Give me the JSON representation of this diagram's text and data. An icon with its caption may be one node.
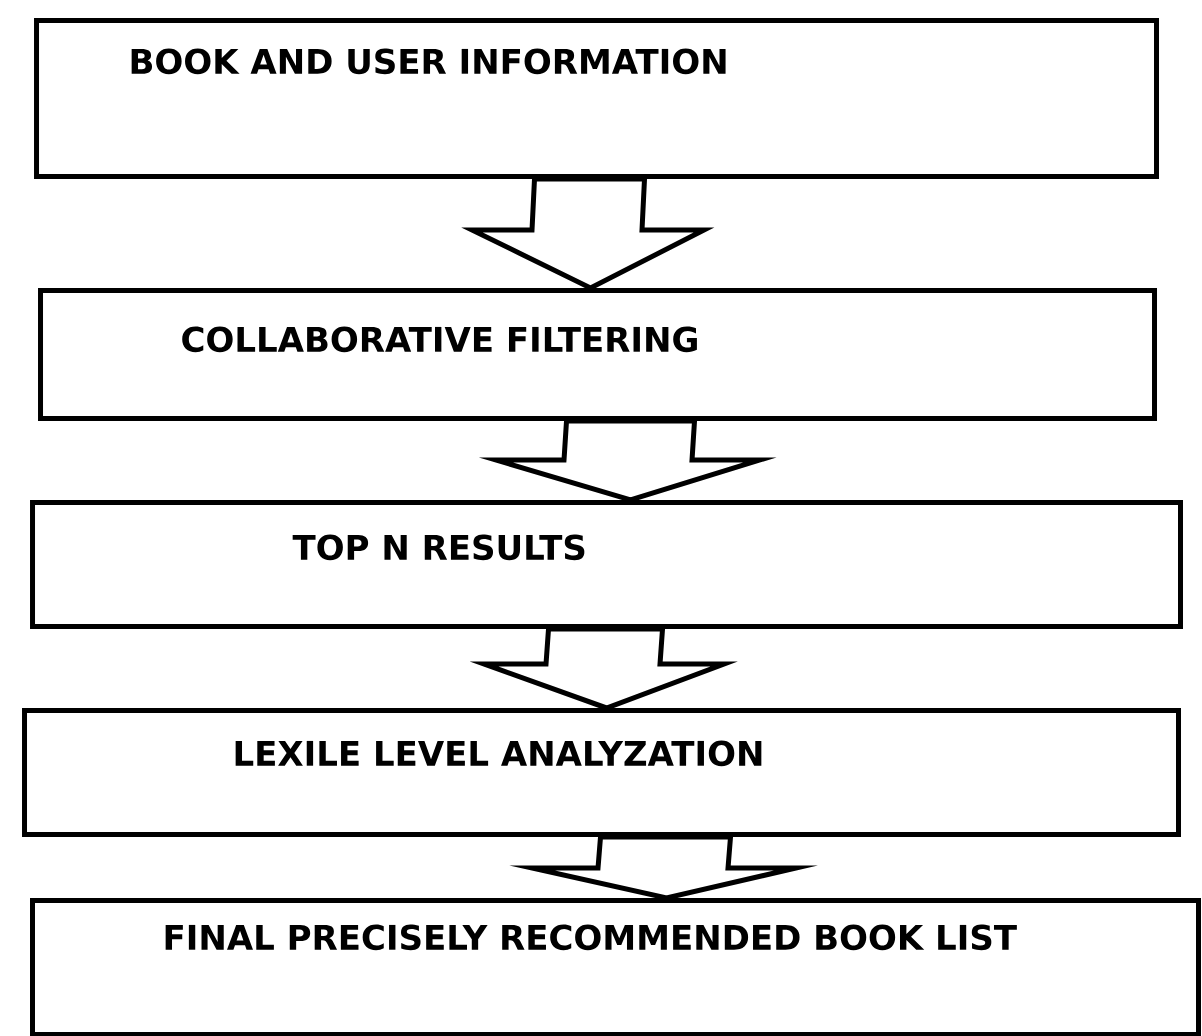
{
  "diagram": {
    "nodes": [
      {
        "text": [
          "BOOK AND USER INFORMATION"
        ]
      },
      {
        "text": [
          "COLLABORATIVE FILTERING"
        ]
      },
      {
        "text": [
          "TOP N RESULTS"
        ]
      },
      {
        "text": [
          "LEXILE LEVEL ANALYZATION"
        ]
      },
      {
        "text": [
          "FINAL PRECISELY RECOMMENDED BOOK LIST"
        ]
      }
    ],
    "edges": [
      {
        "from": 0,
        "to": 1,
        "arrow": "to"
      },
      {
        "from": 1,
        "to": 2,
        "arrow": "to"
      },
      {
        "from": 2,
        "to": 3,
        "arrow": "to"
      },
      {
        "from": 3,
        "to": 4,
        "arrow": "to"
      }
    ]
  }
}
